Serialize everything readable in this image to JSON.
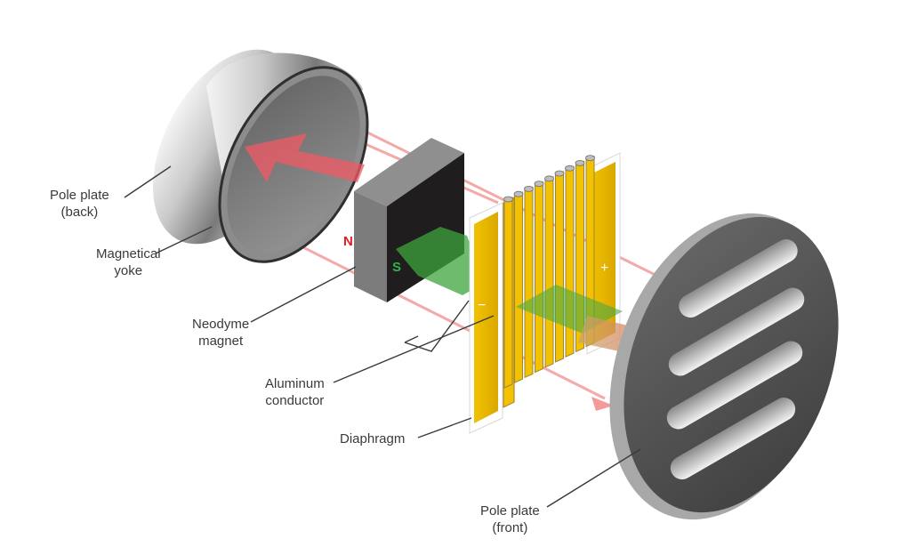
{
  "labels": {
    "pole_plate_back": [
      "Pole plate",
      "(back)"
    ],
    "magnetical_yoke": [
      "Magnetical",
      "yoke"
    ],
    "neodyme_magnet": [
      "Neodyme",
      "magnet"
    ],
    "aluminum_conductor": [
      "Aluminum",
      "conductor"
    ],
    "diaphragm": [
      "Diaphragm"
    ],
    "pole_plate_front": [
      "Pole plate",
      "(front)"
    ]
  },
  "magnet_poles": {
    "north": "N",
    "south": "S"
  },
  "polarity": {
    "minus": "−",
    "plus": "+"
  },
  "colors": {
    "field_arrow": "#f07a7e",
    "flux_green": "#3fa43c",
    "diaphragm_gold": "#e8b800",
    "magnet_black": "#1e1e1e",
    "north_red": "#e31b23",
    "south_green": "#2fb54a"
  },
  "icons": [
    "cylinder-yoke-icon",
    "magnet-block-icon",
    "pleated-diaphragm-icon",
    "slotted-plate-icon"
  ]
}
